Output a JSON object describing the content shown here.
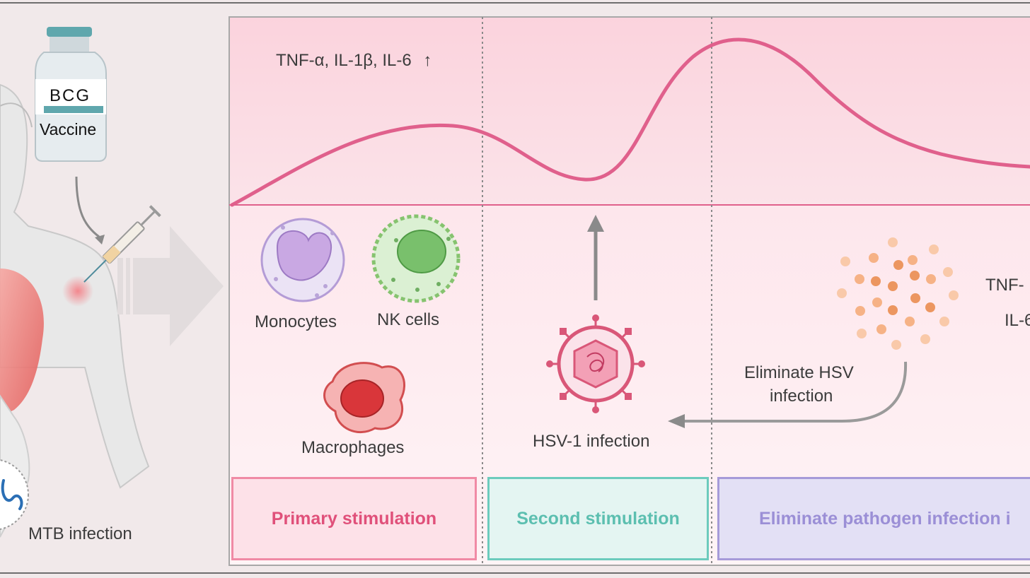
{
  "vaccine": {
    "brand": "BCG",
    "label": "Vaccine"
  },
  "cytokines_primary": "TNF-α, IL-1β, IL-6",
  "cytokines_primary_arrow": "↑",
  "cells": {
    "monocytes": "Monocytes",
    "nk_cells": "NK cells",
    "macrophages": "Macrophages"
  },
  "hsv_label": "HSV-1 infection",
  "eliminate_label": [
    "Eliminate HSV",
    "infection"
  ],
  "cytokines_right": [
    "TNF-",
    "IL-6"
  ],
  "mtb_label": "MTB infection",
  "stages": {
    "primary": "Primary stimulation",
    "second": "Second stimulation",
    "eliminate": "Eliminate pathogen infection i"
  },
  "colors": {
    "curve": "#e0608c",
    "primary": "#e0507a",
    "second": "#5cbfb0",
    "eliminate": "#9b8fd6",
    "arrow": "#8a8a8a"
  }
}
